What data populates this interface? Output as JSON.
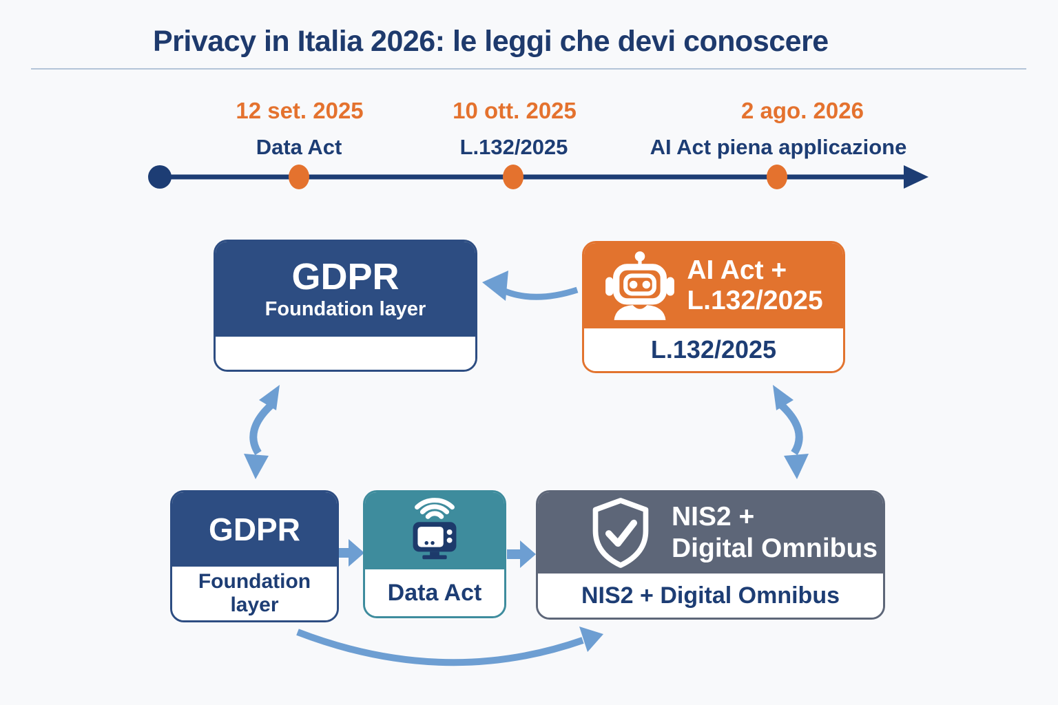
{
  "title": "Privacy in Italia 2026: le leggi che devi conoscere",
  "timeline": {
    "events": [
      {
        "date": "12 set. 2025",
        "label": "Data Act"
      },
      {
        "date": "10 ott. 2025",
        "label": "L.132/2025"
      },
      {
        "date": "2 ago. 2026",
        "label": "AI Act piena applicazione"
      }
    ]
  },
  "diagram": {
    "gdpr_top": {
      "title": "GDPR",
      "subtitle": "Foundation layer"
    },
    "ai_act": {
      "line1": "AI Act +",
      "line2": "L.132/2025",
      "footer": "L.132/2025"
    },
    "gdpr_bottom": {
      "title": "GDPR",
      "footer": "Foundation layer"
    },
    "data_act": {
      "footer": "Data Act"
    },
    "nis2": {
      "line1": "NIS2 +",
      "line2": "Digital Omnibus",
      "footer": "NIS2 + Digital Omnibus"
    }
  },
  "icons": {
    "ai_act": "robot-icon",
    "data_act": "iot-device-icon",
    "nis2": "shield-check-icon"
  },
  "colors": {
    "background": "#f8f9fb",
    "title_navy": "#1e3a6d",
    "divider": "#b3c4d8",
    "timeline_navy": "#1d3d74",
    "accent_orange": "#e4722e",
    "box_blue": "#2d4d82",
    "box_orange": "#e2732e",
    "box_teal": "#3e8c9d",
    "box_gray": "#5d6678",
    "arrow_blue": "#6d9ed2",
    "card_white": "#ffffff",
    "device_navy": "#1d3a6b"
  }
}
